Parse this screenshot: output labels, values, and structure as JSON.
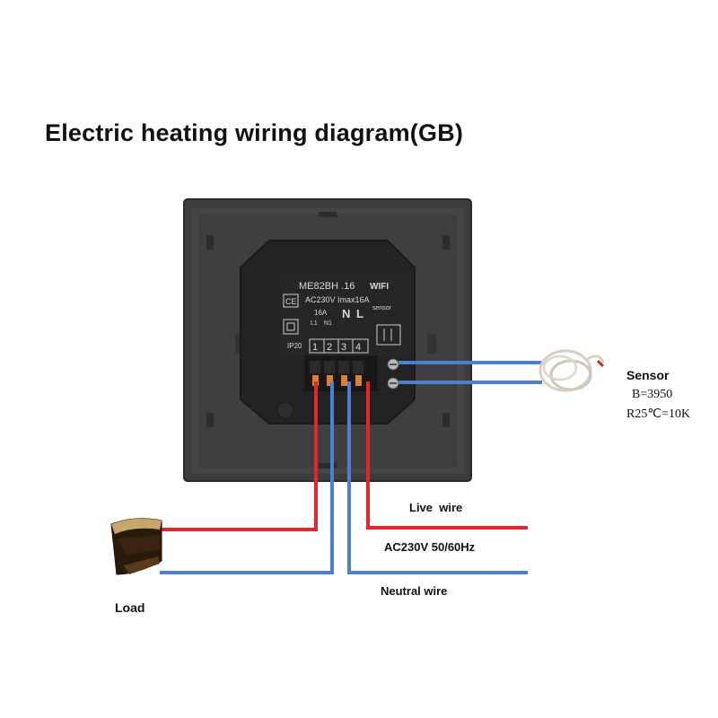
{
  "title": "Electric heating wiring diagram(GB)",
  "device": {
    "model": "ME82BH .16",
    "wifi": "WIFI",
    "rating": "AC230V Imax16A",
    "current": "16A",
    "terminal_l1": "L1",
    "terminal_n1": "N1",
    "terminal_n": "N",
    "terminal_l": "L",
    "sensor_label": "sensor",
    "terminals": [
      "1",
      "2",
      "3",
      "4"
    ],
    "ce_mark": "CE",
    "ip_rating": "IP20"
  },
  "labels": {
    "sensor": "Sensor",
    "sensor_b": "B=3950",
    "sensor_r": "R25℃=10K",
    "live_wire": "Live  wire",
    "supply": "AC230V 50/60Hz",
    "neutral_wire": "Neutral wire",
    "load": "Load"
  },
  "colors": {
    "live": "#e3262a",
    "neutral": "#4a7fd1",
    "device": "#3a3a3a"
  }
}
